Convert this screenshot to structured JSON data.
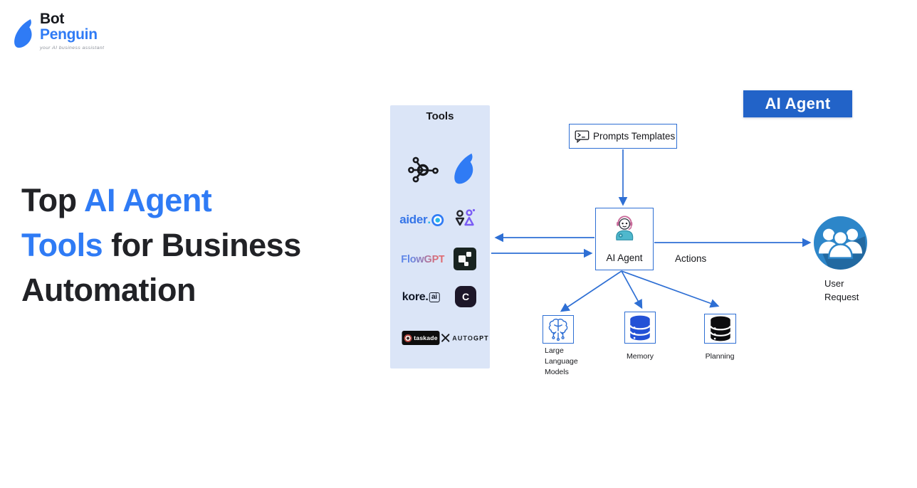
{
  "colors": {
    "accent_blue": "#2f7bf5",
    "banner_blue": "#2263c8",
    "arrow_blue": "#2e6fd4",
    "panel_bg": "#dbe5f7",
    "memory_blue": "#2351d6",
    "planning_black": "#0c0c0e",
    "user_circle_blue": "#2d86c9",
    "dark_text": "#212226"
  },
  "logo": {
    "bot": "Bot",
    "penguin": "Penguin",
    "tagline": "your AI business assistant"
  },
  "heading": {
    "l1a": "Top ",
    "l1b": "AI Agent",
    "l2a": "Tools",
    "l2b": " for Business",
    "l3": "Automation"
  },
  "banner": {
    "label": "AI Agent"
  },
  "tools": {
    "title": "Tools",
    "aider": "aider",
    "aider_dot": ".",
    "flowgpt": "FlowGPT",
    "kore": "kore.",
    "kore_suffix": "ai",
    "c_app": "C",
    "taskade": "taskade",
    "autogpt_a": "AUTO",
    "autogpt_b": "GPT"
  },
  "diagram": {
    "prompts": "Prompts Templates",
    "agent": "AI Agent",
    "actions": "Actions",
    "llm": "Large\nLanguage\nModels",
    "memory": "Memory",
    "planning": "Planning",
    "user": "User\nRequest"
  }
}
